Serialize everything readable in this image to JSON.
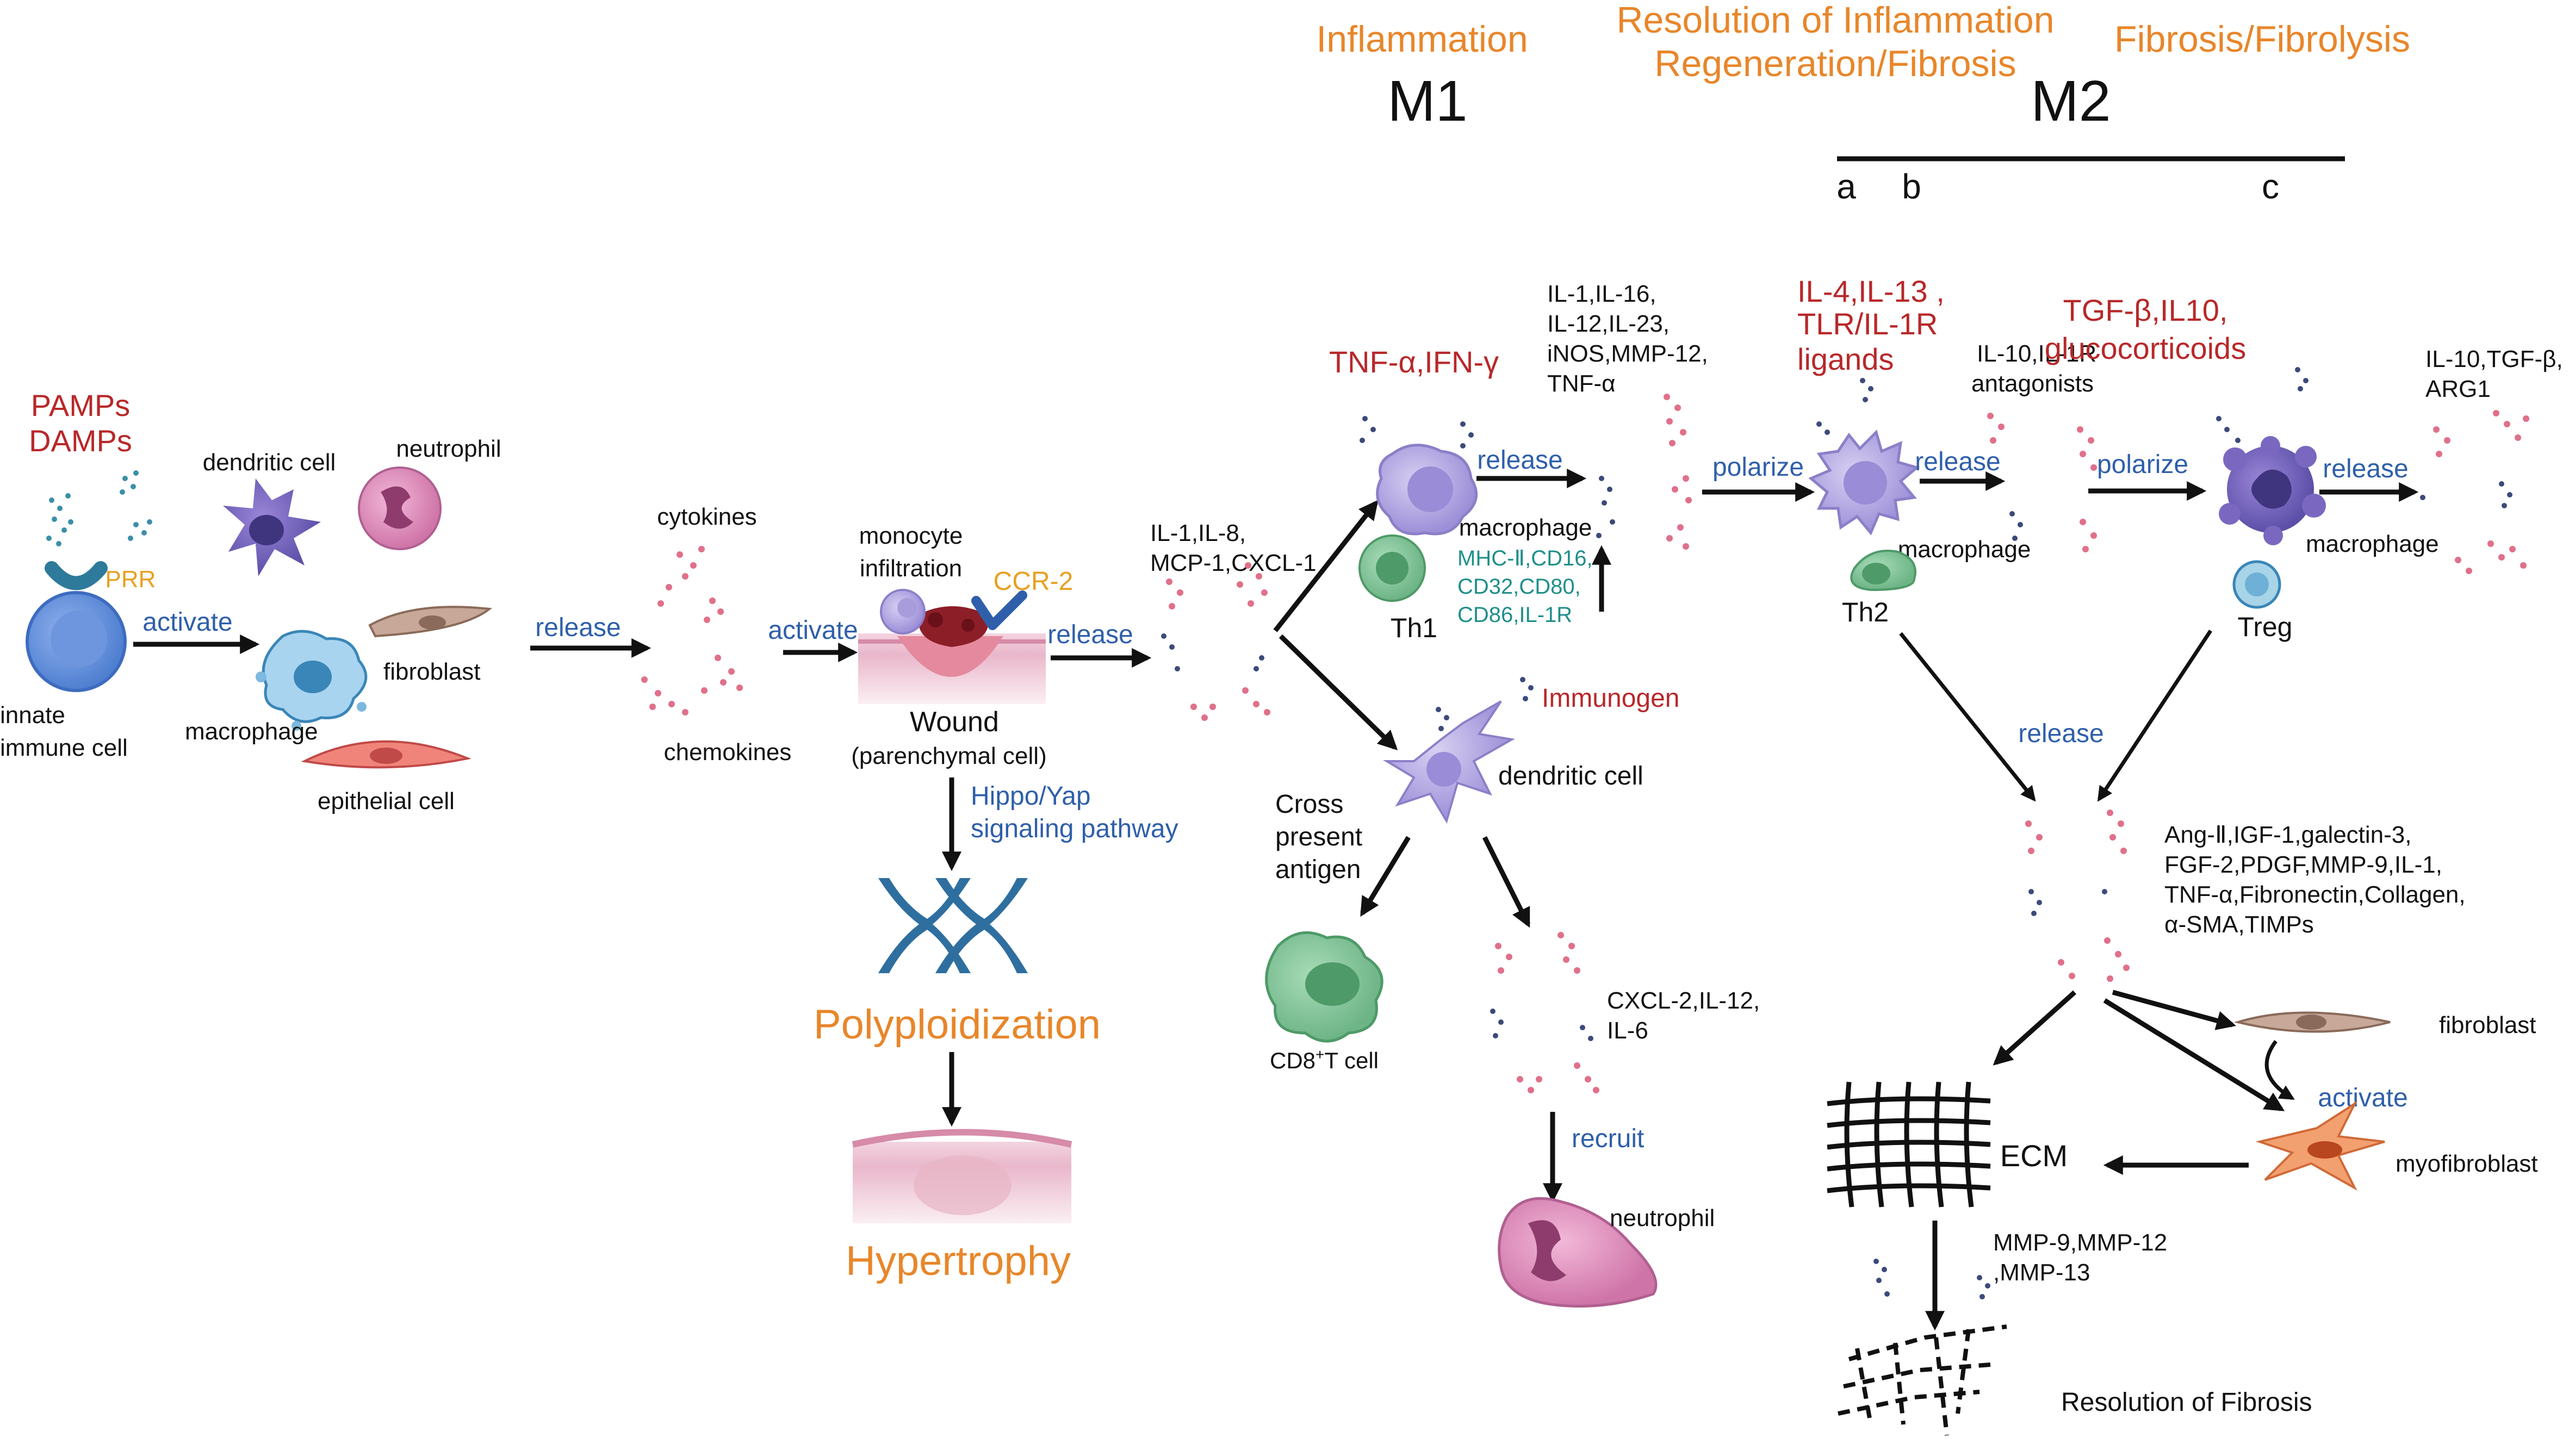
{
  "colors": {
    "orange": "#E8862A",
    "red": "#B8282A",
    "blue": "#2F5FAA",
    "teal": "#1E8F8A",
    "black": "#111111",
    "pink_dot": "#E0708A",
    "navy_dot": "#3B4A7A",
    "teal_dot": "#3A8FA8"
  },
  "phases": {
    "inflammation": "Inflammation",
    "m1": "M1",
    "resolution_line1": "Resolution of Inflammation",
    "resolution_line2": "Regeneration/Fibrosis",
    "fibrosis_fibrolysis": "Fibrosis/Fibrolysis",
    "m2": "M2",
    "sub_a": "a",
    "sub_b": "b",
    "sub_c": "c"
  },
  "left_panel": {
    "pamps": "PAMPs",
    "damps": "DAMPs",
    "prr": "PRR",
    "innate_line1": "innate",
    "innate_line2": "immune cell",
    "activate": "activate",
    "dendritic_cell": "dendritic cell",
    "neutrophil": "neutrophil",
    "macrophage": "macrophage",
    "fibroblast": "fibroblast",
    "epithelial_cell": "epithelial cell",
    "release": "release",
    "cytokines": "cytokines",
    "chemokines": "chemokines",
    "activate2": "activate"
  },
  "wound_panel": {
    "monocyte_line1": "monocyte",
    "monocyte_line2": "infiltration",
    "ccr2": "CCR-2",
    "release": "release",
    "wound": "Wound",
    "parenchymal": "(parenchymal cell)",
    "hippo_line1": "Hippo/Yap",
    "hippo_line2": "signaling pathway",
    "polyploidization": "Polyploidization",
    "hypertrophy": "Hypertrophy"
  },
  "m1_panel": {
    "cytokines_line1": "IL-1,IL-8,",
    "cytokines_line2": "MCP-1,CXCL-1",
    "tnf_ifn": "TNF-α,IFN-γ",
    "release": "release",
    "m1_out_line1": "IL-1,IL-16,",
    "m1_out_line2": "IL-12,IL-23,",
    "m1_out_line3": "iNOS,MMP-12,",
    "m1_out_line4": "TNF-α",
    "macrophage": "macrophage",
    "markers_line1": "MHC-Ⅱ,CD16,",
    "markers_line2": "CD32,CD80,",
    "markers_line3": "CD86,IL-1R",
    "th1": "Th1",
    "immunogen": "Immunogen",
    "dendritic_cell": "dendritic cell",
    "cross_line1": "Cross",
    "cross_line2": "present",
    "cross_line3": "antigen",
    "cd8_main": "CD8",
    "cd8_sup": "+",
    "cd8_rest": "T cell",
    "cxcl_line1": "CXCL-2,IL-12,",
    "cxcl_line2": "IL-6",
    "recruit": "recruit",
    "neutrophil": "neutrophil"
  },
  "m2_panel": {
    "polarize": "polarize",
    "il4_line1": "IL-4,IL-13 ,",
    "il4_line2": "TLR/IL-1R",
    "il4_line3": "ligands",
    "release": "release",
    "il10_line1": "IL-10,IL-1R",
    "il10_line2": "antagonists",
    "macrophage": "macrophage",
    "th2": "Th2",
    "polarize2": "polarize",
    "tgf_line1": "TGF-β,IL10,",
    "tgf_line2": "glucocorticoids",
    "release2": "release",
    "out_line1": "IL-10,TGF-β,",
    "out_line2": "ARG1",
    "macrophage2": "macrophage",
    "treg": "Treg",
    "release3": "release",
    "factors_line1": "Ang-Ⅱ,IGF-1,galectin-3,",
    "factors_line2": "FGF-2,PDGF,MMP-9,IL-1,",
    "factors_line3": "TNF-α,Fibronectin,Collagen,",
    "factors_line4": "α-SMA,TIMPs",
    "fibroblast": "fibroblast",
    "activate": "activate",
    "myofibroblast": "myofibroblast",
    "ecm": "ECM",
    "mmp_line1": "MMP-9,MMP-12",
    "mmp_line2": ",MMP-13",
    "resolution": "Resolution of Fibrosis"
  }
}
